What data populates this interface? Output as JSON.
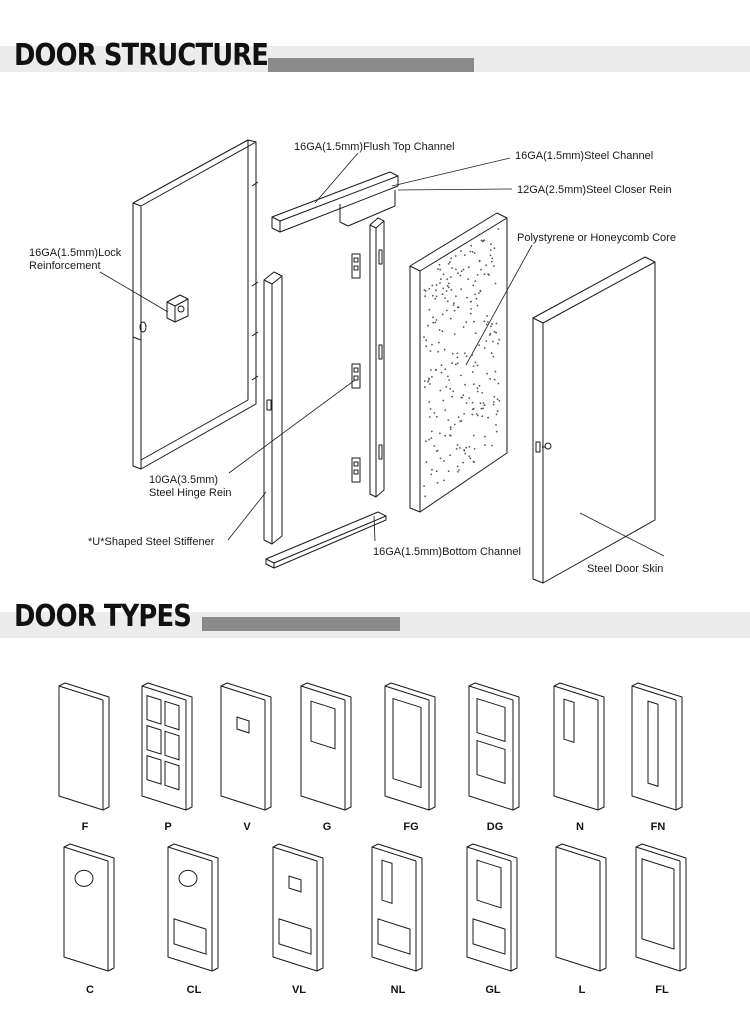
{
  "sections": {
    "structure_title": "DOOR STRUCTURE",
    "types_title": "DOOR TYPES"
  },
  "callouts": [
    {
      "id": "flush-top-channel",
      "text": "16GA(1.5mm)Flush Top Channel"
    },
    {
      "id": "steel-channel",
      "text": "16GA(1.5mm)Steel Channel"
    },
    {
      "id": "closer-rein",
      "text": "12GA(2.5mm)Steel Closer Rein"
    },
    {
      "id": "core",
      "text": "Polystyrene or Honeycomb Core"
    },
    {
      "id": "lock-rein-1",
      "text": "16GA(1.5mm)Lock"
    },
    {
      "id": "lock-rein-2",
      "text": "Reinforcement"
    },
    {
      "id": "hinge-rein-1",
      "text": "10GA(3.5mm)"
    },
    {
      "id": "hinge-rein-2",
      "text": "Steel Hinge Rein"
    },
    {
      "id": "stiffener",
      "text": "*U*Shaped Steel Stiffener"
    },
    {
      "id": "bottom-channel",
      "text": "16GA(1.5mm)Bottom Channel"
    },
    {
      "id": "door-skin",
      "text": "Steel Door Skin"
    }
  ],
  "door_types_row1": [
    {
      "code": "F",
      "glass": "none"
    },
    {
      "code": "P",
      "glass": "six-panel"
    },
    {
      "code": "V",
      "glass": "small-square"
    },
    {
      "code": "G",
      "glass": "half"
    },
    {
      "code": "FG",
      "glass": "full"
    },
    {
      "code": "DG",
      "glass": "double"
    },
    {
      "code": "N",
      "glass": "narrow"
    },
    {
      "code": "FN",
      "glass": "full-narrow"
    }
  ],
  "door_types_row2": [
    {
      "code": "C",
      "glass": "circle"
    },
    {
      "code": "CL",
      "glass": "circle-louver"
    },
    {
      "code": "VL",
      "glass": "square-louver"
    },
    {
      "code": "NL",
      "glass": "narrow-louver"
    },
    {
      "code": "GL",
      "glass": "half-louver"
    },
    {
      "code": "L",
      "glass": "none"
    },
    {
      "code": "FL",
      "glass": "full-louver"
    }
  ],
  "colors": {
    "line": "#1a1a1a",
    "bar": "#ececec",
    "rule": "#8a8a8a",
    "core_dots": "#555555"
  }
}
